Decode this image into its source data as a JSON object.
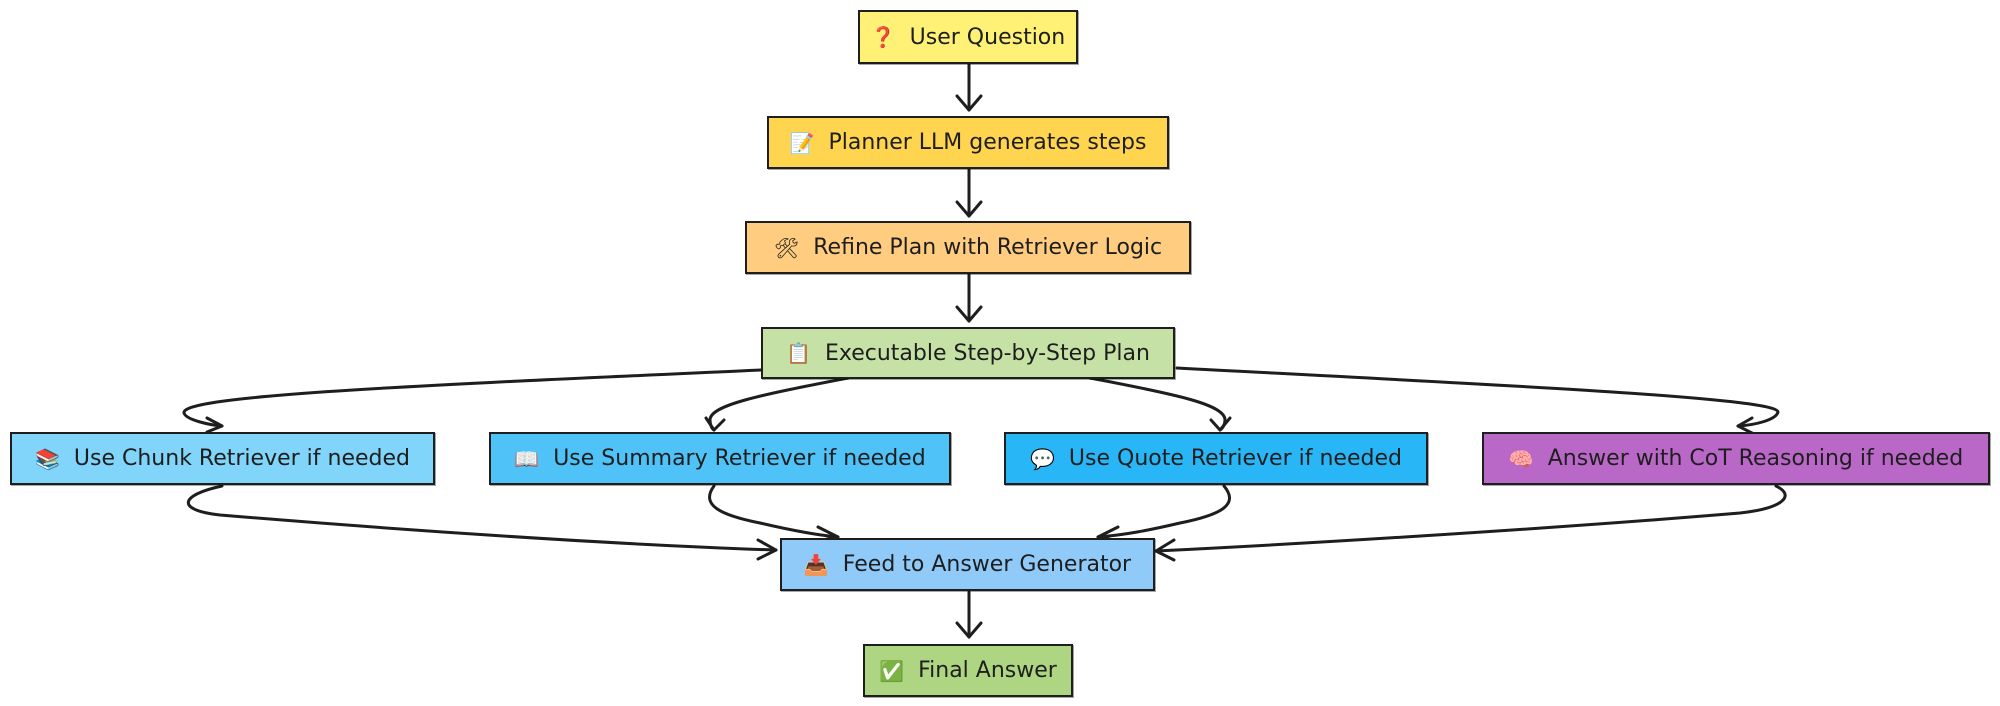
{
  "nodes": {
    "user_question": {
      "icon": "❓",
      "icon_name": "question-icon",
      "label": "User Question",
      "color": "#fff176"
    },
    "planner": {
      "icon": "📝",
      "icon_name": "memo-icon",
      "label": "Planner LLM generates steps",
      "color": "#ffd54f"
    },
    "refine": {
      "icon": "🛠",
      "icon_name": "tools-icon",
      "label": "Refine Plan with Retriever Logic",
      "color": "#ffcc80"
    },
    "plan": {
      "icon": "📋",
      "icon_name": "clipboard-icon",
      "label": "Executable Step-by-Step Plan",
      "color": "#c5e1a5"
    },
    "chunk": {
      "icon": "📚",
      "icon_name": "books-icon",
      "label": "Use Chunk Retriever if needed",
      "color": "#81d4fa"
    },
    "summary": {
      "icon": "📖",
      "icon_name": "open-book-icon",
      "label": "Use Summary Retriever if needed",
      "color": "#4fc3f7"
    },
    "quote": {
      "icon": "💬",
      "icon_name": "speech-bubble-icon",
      "label": "Use Quote Retriever if needed",
      "color": "#29b6f6"
    },
    "cot": {
      "icon": "🧠",
      "icon_name": "brain-icon",
      "label": "Answer with CoT Reasoning if needed",
      "color": "#ba68c8"
    },
    "feed": {
      "icon": "📥",
      "icon_name": "inbox-tray-icon",
      "label": "Feed to Answer Generator",
      "color": "#90caf9"
    },
    "final": {
      "icon": "✅",
      "icon_name": "check-mark-icon",
      "label": "Final Answer",
      "color": "#aed581"
    }
  }
}
